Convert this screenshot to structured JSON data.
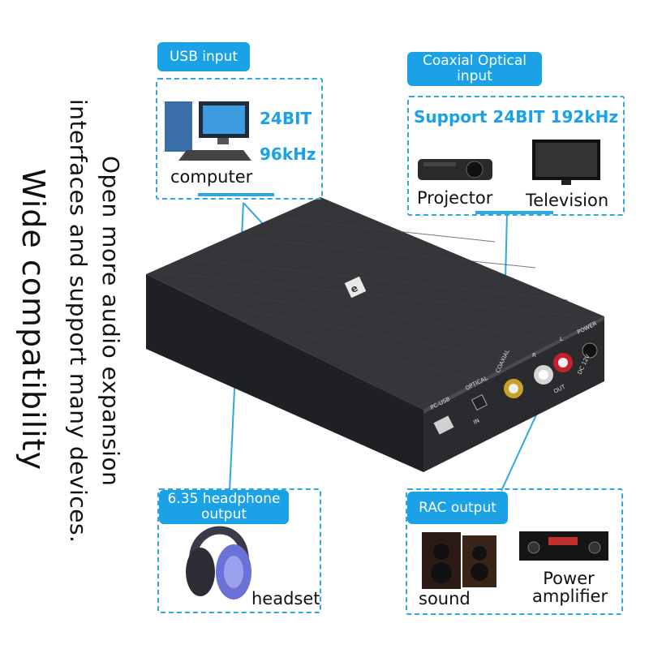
{
  "side_text": {
    "title": "Wide compatibility",
    "line1": "Open more audio expansion",
    "line2": "interfaces and support many devices."
  },
  "usb_input": {
    "pill": "USB input",
    "bit": "24BIT",
    "rate": "96kHz",
    "device": "computer"
  },
  "coax_optical": {
    "pill": "Coaxial Optical input",
    "support": "Support 24BIT  192kHz",
    "device1": "Projector",
    "device2": "Television"
  },
  "headphone": {
    "pill": "6.35 headphone output",
    "device": "headset"
  },
  "rac": {
    "pill": "RAC output",
    "device1": "sound",
    "device2": "Power amplifier"
  },
  "panel_labels": {
    "pc_usb": "PC-USB",
    "optical": "OPTICAL",
    "coaxial": "COAXIAL",
    "r": "R",
    "l": "L",
    "power": "POWER",
    "dc": "DC 12V",
    "in": "IN",
    "out": "OUT"
  },
  "colors": {
    "accent": "#1ba2e6",
    "device_body": "#2e2f33"
  }
}
